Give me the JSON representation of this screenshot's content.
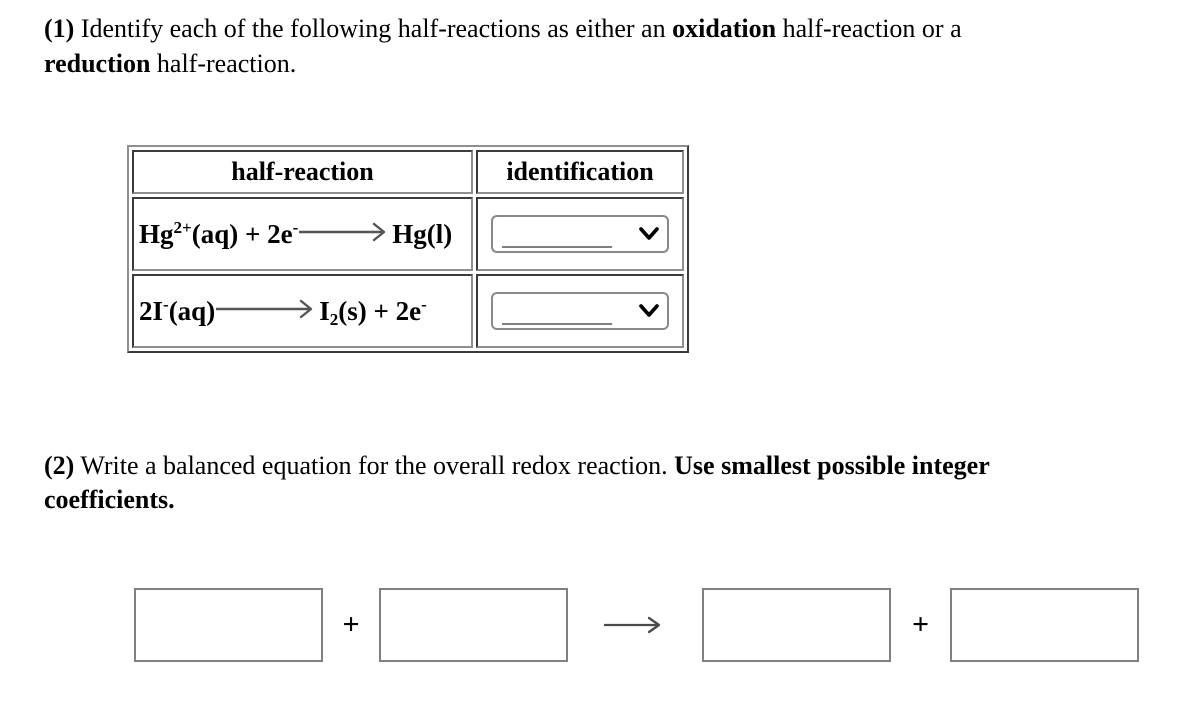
{
  "question1": {
    "number": "(1)",
    "text_before_bold1": " Identify each of the following half-reactions as either an ",
    "bold1": "oxidation",
    "text_between": " half-reaction or a",
    "bold2": "reduction",
    "text_after": " half-reaction."
  },
  "table": {
    "headers": {
      "col1": "half-reaction",
      "col2": "identification"
    },
    "rows": [
      {
        "formula": {
          "seg1": "Hg",
          "sup1": "2+",
          "seg2": "(aq) + 2e",
          "sup2": "-",
          "arrow_icon": "long-right-arrow",
          "seg3": "Hg(l)"
        },
        "select": {
          "value": "___________"
        }
      },
      {
        "formula": {
          "seg1": "2I",
          "sup1": "-",
          "seg2": "(aq)",
          "arrow_icon": "long-right-arrow",
          "seg3": "I",
          "sub1": "2",
          "seg4": "(s) + 2e",
          "sup2": "-"
        },
        "select": {
          "value": "___________"
        }
      }
    ]
  },
  "question2": {
    "number": "(2)",
    "text_before_bold": " Write a balanced equation for the overall redox reaction. ",
    "bold_line1": "Use smallest possible integer",
    "bold_line2": "coefficients."
  },
  "equation": {
    "boxes": [
      "",
      "",
      "",
      ""
    ],
    "plus1": "+",
    "plus2": "+",
    "arrow_icon": "long-right-arrow"
  },
  "colors": {
    "text": "#000000",
    "outer_table_border": "#8f8f8f",
    "cell_border": "#8f8f8f",
    "select_border": "#898989",
    "box_border": "#808080",
    "arrow": "#555555"
  }
}
